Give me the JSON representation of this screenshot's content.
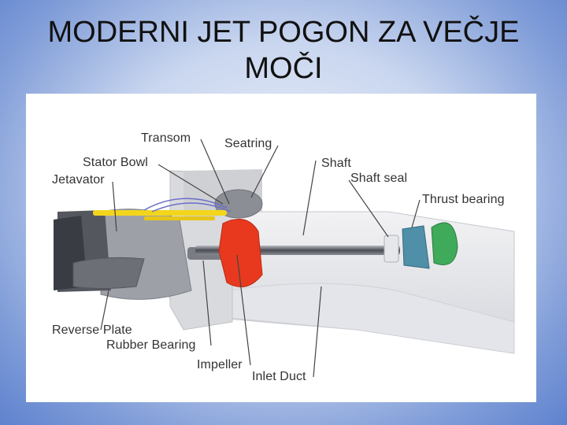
{
  "slide": {
    "title_line1": "MODERNI JET POGON ZA VEČJE",
    "title_line2": "MOČI"
  },
  "diagram": {
    "labels": {
      "transom": "Transom",
      "seatring": "Seatring",
      "stator_bowl": "Stator Bowl",
      "shaft": "Shaft",
      "jetavator": "Jetavator",
      "shaft_seal": "Shaft seal",
      "thrust_bearing": "Thrust bearing",
      "reverse_plate": "Reverse Plate",
      "rubber_bearing": "Rubber Bearing",
      "impeller": "Impeller",
      "inlet_duct": "Inlet Duct"
    },
    "colors": {
      "impeller": "#e8391f",
      "jetavator_rods": "#f3d61c",
      "thrust_bearing": "#4f8fa8",
      "seal": "#3faa5a"
    }
  }
}
